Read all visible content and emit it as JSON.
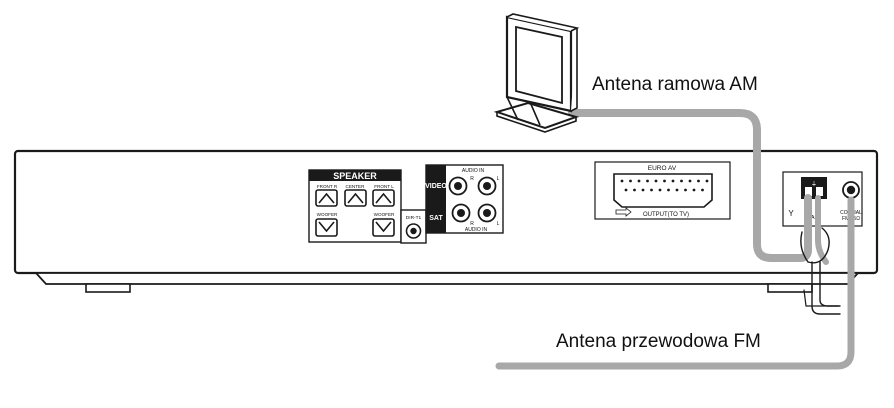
{
  "callouts": {
    "am_antenna": "Antena ramowa AM",
    "fm_antenna": "Antena przewodowa FM"
  },
  "panel": {
    "speaker": {
      "title": "SPEAKER",
      "front_r": "FRONT R",
      "center": "CENTER",
      "front_l": "FRONT L",
      "woofer_left": "WOOFER",
      "woofer_right": "WOOFER"
    },
    "dirt1": "DIR-T1",
    "av": {
      "video": "VIDEO",
      "sat": "SAT",
      "audio_in_top": "AUDIO IN",
      "audio_in_bottom": "AUDIO IN",
      "r_top": "R",
      "l_top": "L",
      "r_bottom": "R",
      "l_bottom": "L"
    },
    "euro_av": {
      "title": "EURO AV",
      "output": "OUTPUT(TO TV)"
    },
    "antenna": {
      "am": "AM",
      "coaxial": "COAXIAL",
      "fm75": "FM 75Ω"
    }
  },
  "colors": {
    "cable": "#a8a8a8",
    "line": "#1a1a1a",
    "panel_dark": "#1a1a1a"
  }
}
